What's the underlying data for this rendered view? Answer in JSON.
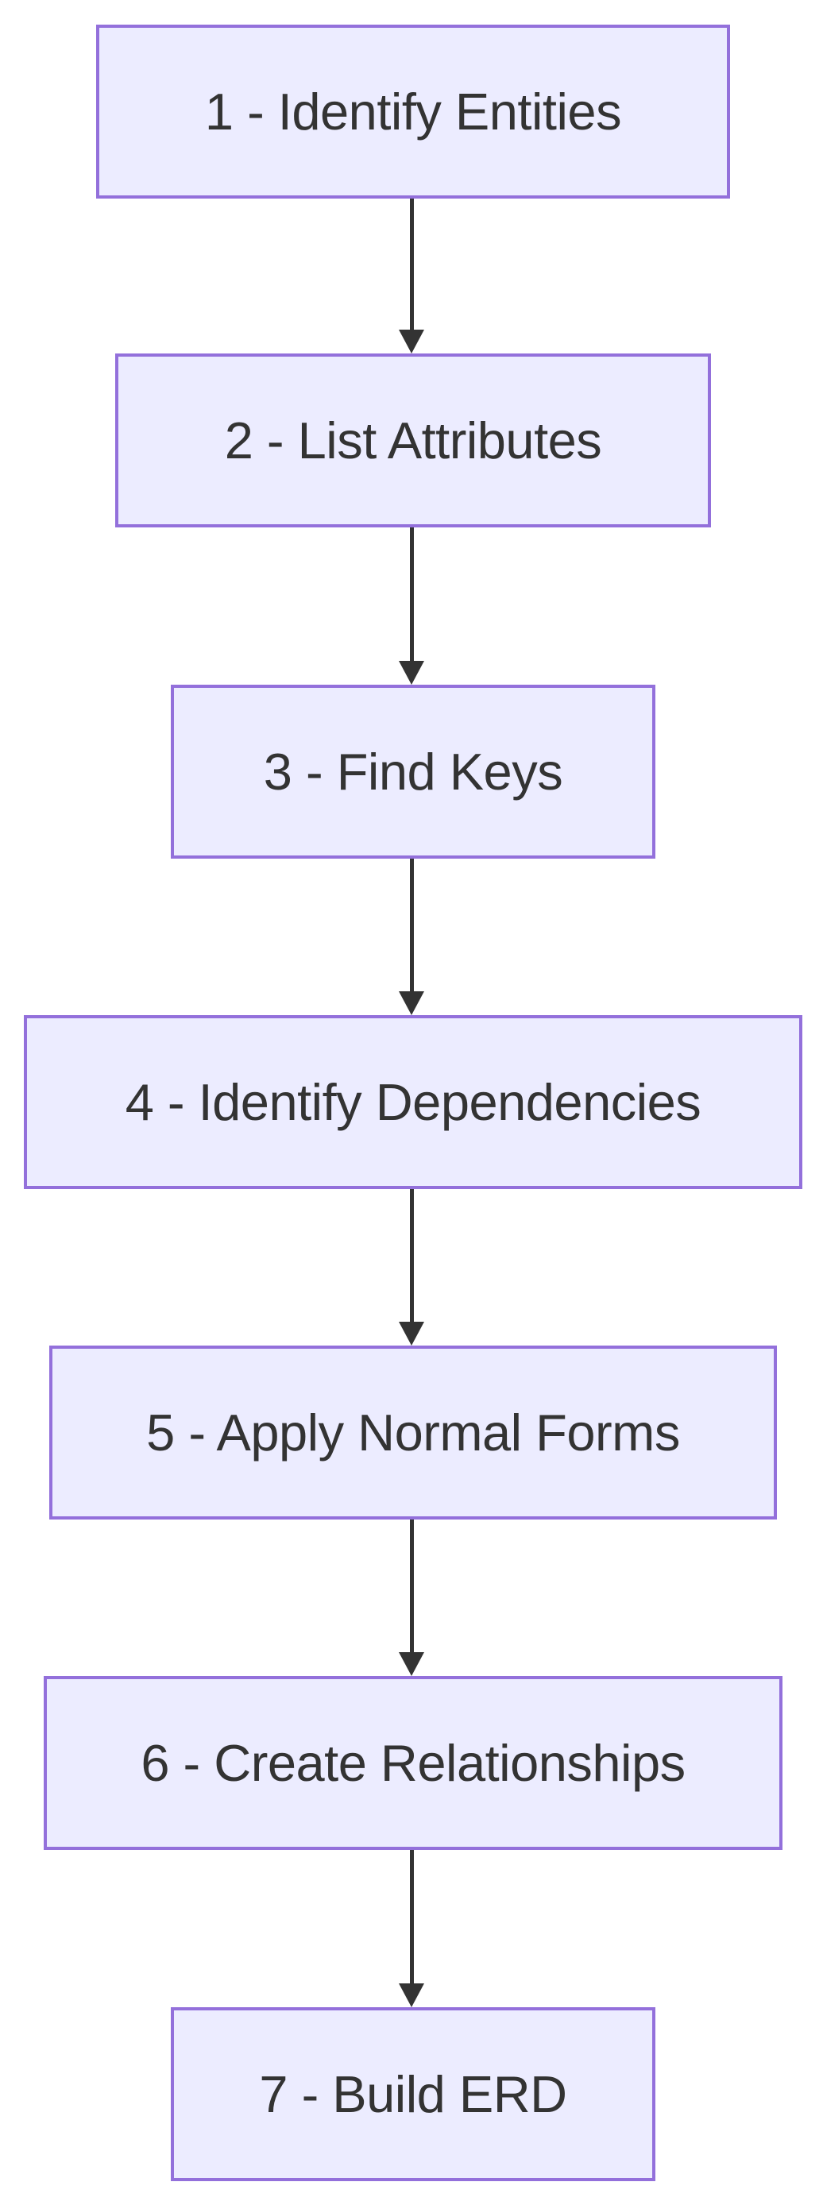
{
  "diagram": {
    "type": "flowchart-top-down",
    "nodes": [
      {
        "id": "1",
        "label": "1 - Identify Entities"
      },
      {
        "id": "2",
        "label": "2 - List Attributes"
      },
      {
        "id": "3",
        "label": "3 - Find Keys"
      },
      {
        "id": "4",
        "label": "4 - Identify Dependencies"
      },
      {
        "id": "5",
        "label": "5 - Apply Normal Forms"
      },
      {
        "id": "6",
        "label": "6 - Create Relationships"
      },
      {
        "id": "7",
        "label": "7 - Build ERD"
      }
    ],
    "edges": [
      {
        "from": "1",
        "to": "2"
      },
      {
        "from": "2",
        "to": "3"
      },
      {
        "from": "3",
        "to": "4"
      },
      {
        "from": "4",
        "to": "5"
      },
      {
        "from": "5",
        "to": "6"
      },
      {
        "from": "6",
        "to": "7"
      }
    ],
    "colors": {
      "node_fill": "#ECECFF",
      "node_border": "#9370DB",
      "node_text": "#333333",
      "arrow": "#333333",
      "background": "#FFFFFF"
    }
  }
}
